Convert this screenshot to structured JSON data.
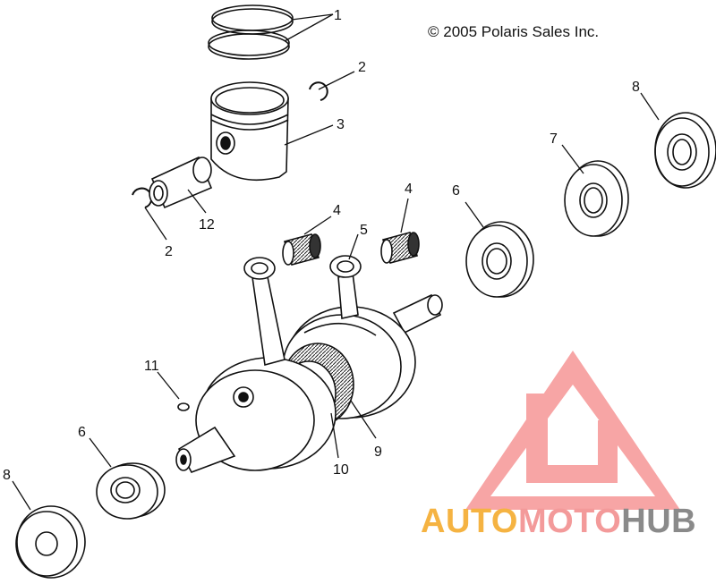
{
  "copyright": "© 2005 Polaris Sales Inc.",
  "labels": [
    "1",
    "2",
    "3",
    "2",
    "12",
    "4",
    "4",
    "5",
    "6",
    "7",
    "8",
    "11",
    "6",
    "8",
    "10",
    "9"
  ],
  "watermark": {
    "part1": "AUTO",
    "part2": "MOTO",
    "part3": "HUB",
    "colors": {
      "auto": "#f5b342",
      "moto": "#f39a9a",
      "hub": "#8a8a8a",
      "logo": "#f47f7f"
    }
  }
}
